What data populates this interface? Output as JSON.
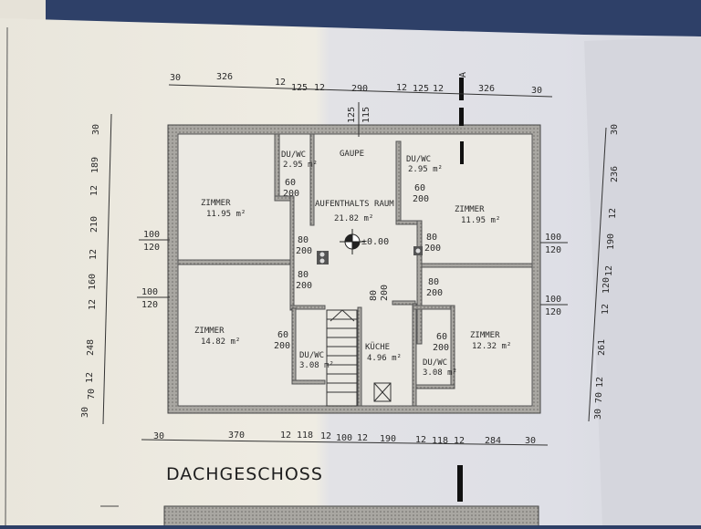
{
  "drawing": {
    "title": "DACHGESCHOSS",
    "section_marker": "A",
    "level": "±0.00",
    "rooms": [
      {
        "name": "ZIMMER",
        "area": "11.95 m²"
      },
      {
        "name": "DU/WC",
        "area": "2.95 m²"
      },
      {
        "name": "AUFENTHALTS RAUM",
        "area": "21.82 m²"
      },
      {
        "name": "DU/WC",
        "area": "2.95 m²"
      },
      {
        "name": "ZIMMER",
        "area": "11.95 m²"
      },
      {
        "name": "ZIMMER",
        "area": "14.82 m²"
      },
      {
        "name": "DU/WC",
        "area": "3.08 m²"
      },
      {
        "name": "KÜCHE",
        "area": "4.96 m²"
      },
      {
        "name": "DU/WC",
        "area": "3.08 m²"
      },
      {
        "name": "ZIMMER",
        "area": "12.32 m²"
      }
    ],
    "dormer_label": "GAUPE",
    "dormer_dims": [
      "125",
      "115"
    ],
    "doors": [
      {
        "w": "60",
        "h": "200"
      },
      {
        "w": "80",
        "h": "200"
      },
      {
        "w": "80",
        "h": "200"
      },
      {
        "w": "60",
        "h": "200"
      },
      {
        "w": "80",
        "h": "200"
      },
      {
        "w": "80",
        "h": "200"
      },
      {
        "w": "60",
        "h": "200"
      },
      {
        "w": "80",
        "h": "200"
      },
      {
        "w": "60",
        "h": "200"
      }
    ],
    "windows": [
      {
        "w": "100",
        "h": "120"
      },
      {
        "w": "100",
        "h": "120"
      },
      {
        "w": "100",
        "h": "120"
      },
      {
        "w": "100",
        "h": "120"
      }
    ],
    "dims_top": [
      "30",
      "326",
      "12",
      "125",
      "12",
      "290",
      "12",
      "125",
      "12",
      "326",
      "30"
    ],
    "dims_bottom": [
      "30",
      "370",
      "12",
      "118",
      "12",
      "100",
      "12",
      "190",
      "12",
      "118",
      "12",
      "284",
      "30"
    ],
    "dims_left": [
      "30",
      "189",
      "12",
      "210",
      "12",
      "160",
      "12",
      "248",
      "12",
      "70",
      "30"
    ],
    "dims_right": [
      "30",
      "236",
      "12",
      "190",
      "12",
      "120",
      "12",
      "261",
      "12",
      "70",
      "30"
    ]
  }
}
